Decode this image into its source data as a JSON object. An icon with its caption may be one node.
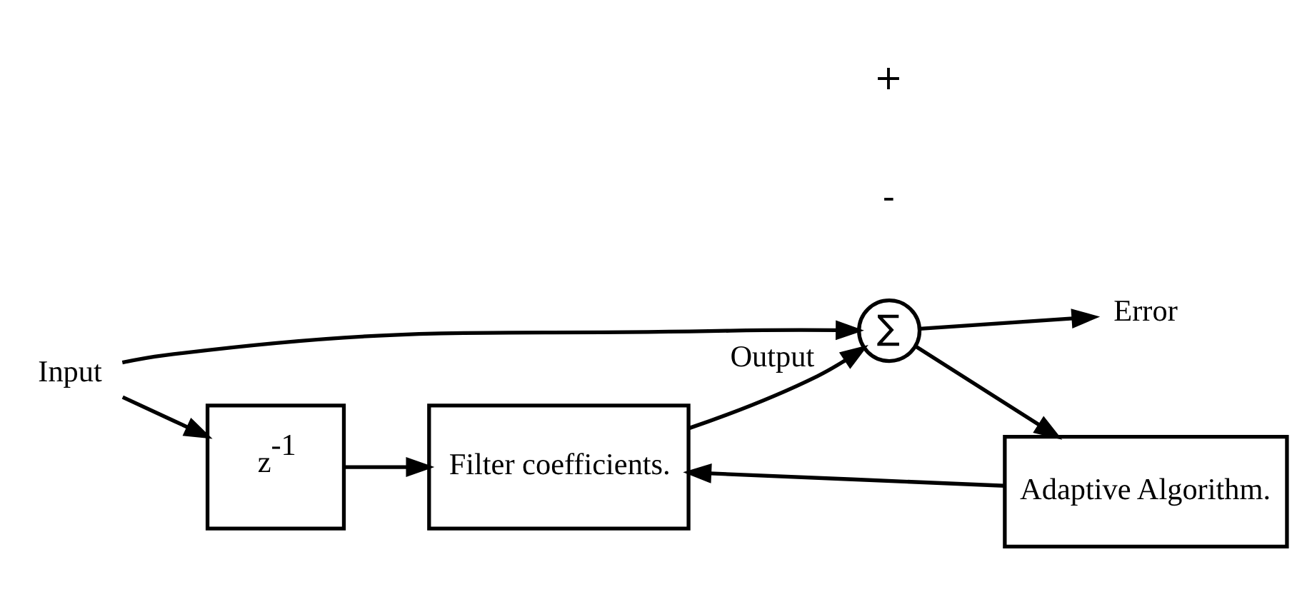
{
  "diagram": {
    "nodes": [
      {
        "text": [
          "Input"
        ]
      },
      {
        "text": [
          "z$^{-1}$"
        ]
      },
      {
        "text": [
          "Filter coefficients."
        ]
      },
      {
        "text": [
          "∑"
        ]
      },
      {
        "text": [
          "Error"
        ]
      },
      {
        "text": [
          "Adaptive Algorithm."
        ]
      }
    ],
    "edges": [
      {
        "from": 0,
        "to": 1,
        "arrow": "to"
      },
      {
        "from": 0,
        "to": 3,
        "arrow": "to"
      },
      {
        "from": 1,
        "to": 2,
        "arrow": "to"
      },
      {
        "from": 2,
        "to": 3,
        "arrow": "to",
        "label": "Output"
      },
      {
        "from": 3,
        "to": 4,
        "arrow": "to"
      },
      {
        "from": 3,
        "to": 5,
        "arrow": "to"
      },
      {
        "from": 5,
        "to": 2,
        "arrow": "to"
      }
    ],
    "labels": [
      "-",
      "+"
    ]
  }
}
